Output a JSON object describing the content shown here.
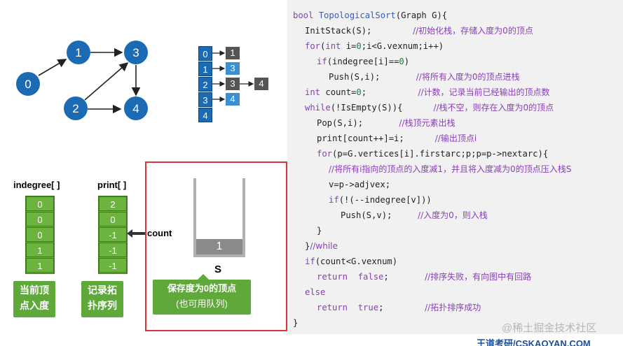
{
  "graph": {
    "nodes": [
      "0",
      "1",
      "2",
      "3",
      "4"
    ]
  },
  "adjacency": {
    "heads": [
      "0",
      "1",
      "2",
      "3",
      "4"
    ],
    "lists": [
      [
        "1"
      ],
      [
        "3"
      ],
      [
        "3",
        "4"
      ],
      [
        "4"
      ],
      []
    ]
  },
  "indegree": {
    "title": "indegree[ ]",
    "values": [
      "0",
      "0",
      "0",
      "1",
      "1"
    ],
    "caption_line1": "当前顶",
    "caption_line2": "点入度"
  },
  "print": {
    "title": "print[ ]",
    "values": [
      "2",
      "0",
      "-1",
      "-1",
      "-1"
    ],
    "caption_line1": "记录拓",
    "caption_line2": "扑序列",
    "pointer_label": "count"
  },
  "stack": {
    "top_value": "1",
    "name": "S",
    "caption_line1": "保存度为0的顶点",
    "caption_line2": "(也可用队列)"
  },
  "code": [
    {
      "indent": 0,
      "parts": [
        [
          "kw",
          "bool "
        ],
        [
          "fn",
          "TopologicalSort"
        ],
        [
          "tx",
          "(Graph G){"
        ]
      ]
    },
    {
      "indent": 1,
      "parts": [
        [
          "tx",
          "InitStack(S);        "
        ],
        [
          "cm",
          "//初始化栈，存储入度为0的顶点"
        ]
      ]
    },
    {
      "indent": 1,
      "parts": [
        [
          "kw",
          "for"
        ],
        [
          "tx",
          "("
        ],
        [
          "kw",
          "int "
        ],
        [
          "tx",
          "i="
        ],
        [
          "num",
          "0"
        ],
        [
          "tx",
          ";i<G.vexnum;i++)"
        ]
      ]
    },
    {
      "indent": 2,
      "parts": [
        [
          "kw",
          "if"
        ],
        [
          "tx",
          "(indegree[i]=="
        ],
        [
          "num",
          "0"
        ],
        [
          "tx",
          ")"
        ]
      ]
    },
    {
      "indent": 3,
      "parts": [
        [
          "tx",
          "Push(S,i);       "
        ],
        [
          "cm",
          "//将所有入度为0的顶点进栈"
        ]
      ]
    },
    {
      "indent": 1,
      "parts": [
        [
          "kw",
          "int "
        ],
        [
          "tx",
          "count="
        ],
        [
          "num",
          "0"
        ],
        [
          "tx",
          ";          "
        ],
        [
          "cm",
          "//计数，记录当前已经输出的顶点数"
        ]
      ]
    },
    {
      "indent": 1,
      "parts": [
        [
          "kw",
          "while"
        ],
        [
          "tx",
          "(!IsEmpty(S)){      "
        ],
        [
          "cm",
          "//栈不空，则存在入度为0的顶点"
        ]
      ]
    },
    {
      "indent": 2,
      "parts": [
        [
          "tx",
          "Pop(S,i);       "
        ],
        [
          "cm",
          "//栈顶元素出栈"
        ]
      ]
    },
    {
      "indent": 2,
      "parts": [
        [
          "tx",
          "print[count++]=i;      "
        ],
        [
          "cm",
          "//输出顶点i"
        ]
      ]
    },
    {
      "indent": 2,
      "parts": [
        [
          "kw",
          "for"
        ],
        [
          "tx",
          "(p=G.vertices[i].firstarc;p;p=p->nextarc){"
        ]
      ]
    },
    {
      "indent": 3,
      "parts": [
        [
          "cm",
          "//将所有i指向的顶点的入度减1，并且将入度减为0的顶点压入栈S"
        ]
      ]
    },
    {
      "indent": 3,
      "parts": [
        [
          "tx",
          "v=p->adjvex;"
        ]
      ]
    },
    {
      "indent": 3,
      "parts": [
        [
          "kw",
          "if"
        ],
        [
          "tx",
          "(!(--indegree[v]))"
        ]
      ]
    },
    {
      "indent": 4,
      "parts": [
        [
          "tx",
          "Push(S,v);     "
        ],
        [
          "cm",
          "//入度为0，则入栈"
        ]
      ]
    },
    {
      "indent": 2,
      "parts": [
        [
          "tx",
          "}"
        ]
      ]
    },
    {
      "indent": 1,
      "parts": [
        [
          "tx",
          "}"
        ],
        [
          "cm",
          "//while"
        ]
      ]
    },
    {
      "indent": 1,
      "parts": [
        [
          "kw",
          "if"
        ],
        [
          "tx",
          "(count<G.vexnum)"
        ]
      ]
    },
    {
      "indent": 2,
      "parts": [
        [
          "kw",
          "return  false"
        ],
        [
          "tx",
          ";       "
        ],
        [
          "cm",
          "//排序失败，有向图中有回路"
        ]
      ]
    },
    {
      "indent": 1,
      "parts": [
        [
          "kw",
          "else"
        ]
      ]
    },
    {
      "indent": 2,
      "parts": [
        [
          "kw",
          "return  true"
        ],
        [
          "tx",
          ";        "
        ],
        [
          "cm",
          "//拓扑排序成功"
        ]
      ]
    },
    {
      "indent": 0,
      "parts": [
        [
          "tx",
          "}"
        ]
      ]
    }
  ],
  "watermark": {
    "line1": "@稀土掘金技术社区",
    "line2": "王道考研/CSKAOYAN.COM"
  },
  "colors": {
    "node_blue": "#1b6ab4",
    "green": "#6db33f",
    "highlight_red": "#d9343a",
    "code_bg": "#f1f1f1"
  }
}
